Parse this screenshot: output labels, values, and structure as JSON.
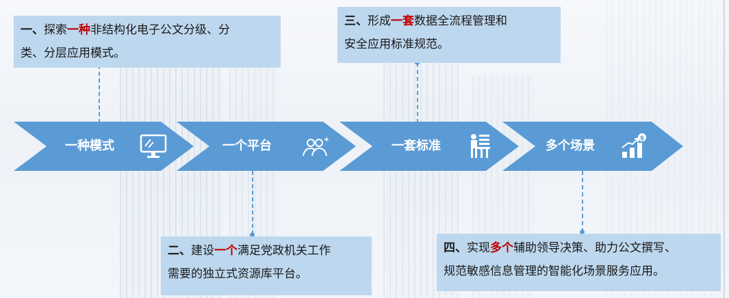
{
  "steps": [
    {
      "label": "一种模式",
      "icon": "monitor-icon"
    },
    {
      "label": "一个平台",
      "icon": "users-icon"
    },
    {
      "label": "一套标准",
      "icon": "workflow-icon"
    },
    {
      "label": "多个场景",
      "icon": "growth-chart-icon"
    }
  ],
  "notes": {
    "n1": {
      "prefix": "一、",
      "pre": "探索",
      "hl": "一种",
      "post_line1": "非结构化电子公文分级、分",
      "line2": "类、分层应用模式。"
    },
    "n2": {
      "prefix": "二、",
      "pre": "建设",
      "hl": "一个",
      "post_line1": "满足党政机关工作",
      "line2": "需要的独立式资源库平台。"
    },
    "n3": {
      "prefix": "三、",
      "pre": "形成",
      "hl": "一套",
      "post_line1": "数据全流程管理和",
      "line2": "安全应用标准规范。"
    },
    "n4": {
      "prefix": "四、",
      "pre": "实现",
      "hl": "多个",
      "post_line1": "辅助领导决策、助力公文撰写、",
      "line2": "规范敏感信息管理的智能化场景服务应用。"
    }
  },
  "colors": {
    "arrow": "#5b9bd5",
    "box": "#bdd7ee",
    "highlight": "#c00000"
  }
}
